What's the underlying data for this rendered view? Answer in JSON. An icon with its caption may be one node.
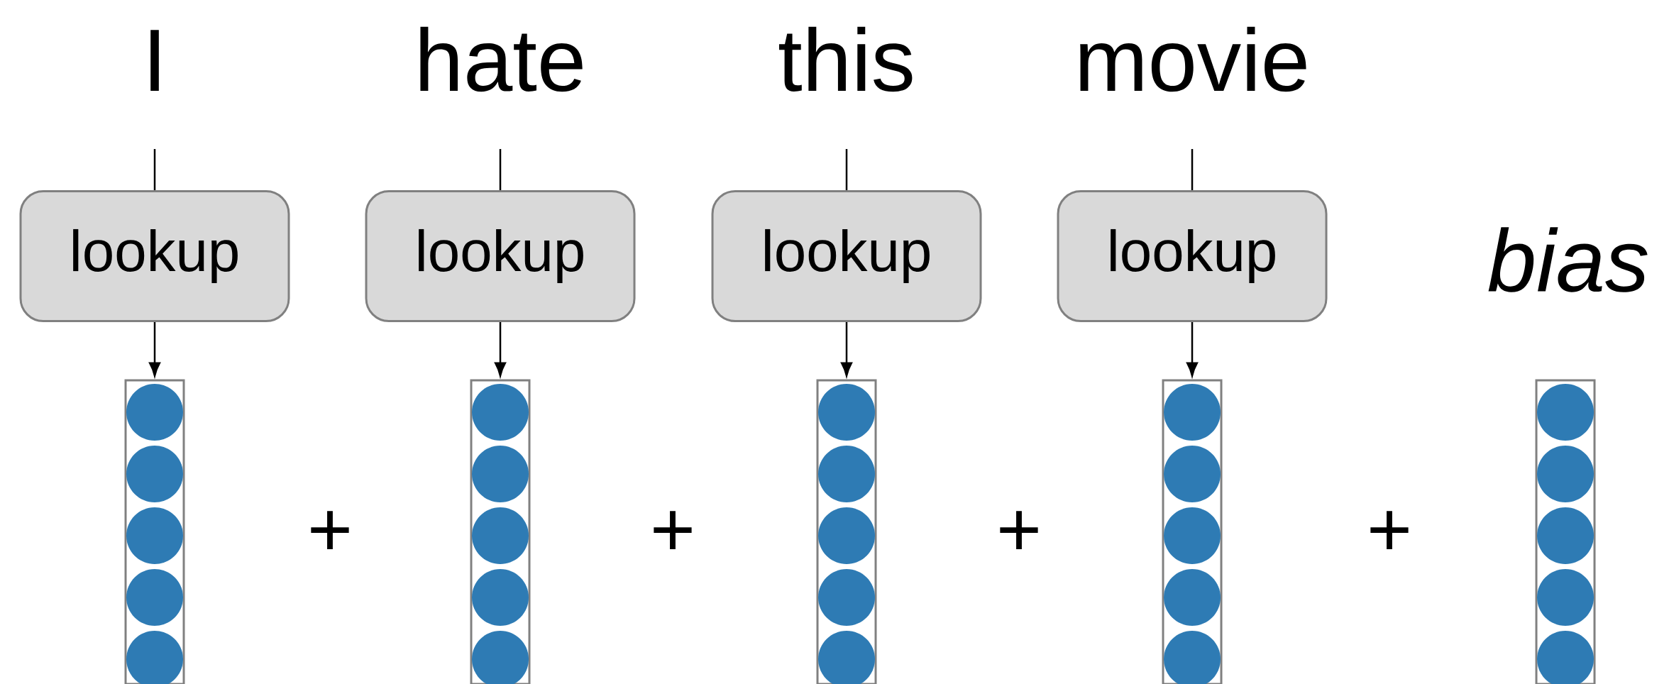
{
  "diagram": {
    "nodes": [
      {
        "text": [
          "I"
        ]
      },
      {
        "text": [
          "hate"
        ]
      },
      {
        "text": [
          "this"
        ]
      },
      {
        "text": [
          "movie"
        ]
      },
      {
        "text": [
          "lookup"
        ]
      },
      {
        "text": [
          "lookup"
        ]
      },
      {
        "text": [
          "lookup"
        ]
      },
      {
        "text": [
          "lookup"
        ]
      },
      {
        "text": [],
        "shape": "bar"
      },
      {
        "text": [],
        "shape": "bar"
      },
      {
        "text": [],
        "shape": "bar"
      },
      {
        "text": [],
        "shape": "bar"
      },
      {
        "text": [],
        "shape": "bar"
      }
    ],
    "edges": [
      {
        "from": 0,
        "to": 4,
        "arrow": "none"
      },
      {
        "from": 1,
        "to": 5,
        "arrow": "none"
      },
      {
        "from": 2,
        "to": 6,
        "arrow": "none"
      },
      {
        "from": 3,
        "to": 7,
        "arrow": "none"
      },
      {
        "from": 4,
        "to": 8,
        "arrow": "to"
      },
      {
        "from": 5,
        "to": 9,
        "arrow": "to"
      },
      {
        "from": 6,
        "to": 10,
        "arrow": "to"
      },
      {
        "from": 7,
        "to": 11,
        "arrow": "to"
      }
    ],
    "labels": [
      "+",
      "+",
      "+",
      "+",
      "bias"
    ]
  }
}
